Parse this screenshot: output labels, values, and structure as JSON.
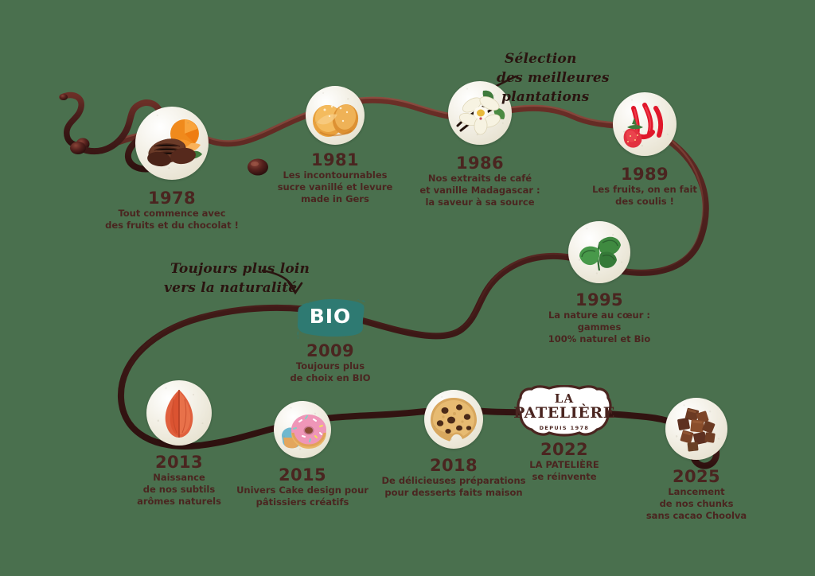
{
  "page": {
    "title": "La Patelière — Notre histoire",
    "background_color": "#4a704e",
    "path_color": "#4a1f1c",
    "text_color": "#4a2520",
    "medallion_color": "#efebdd",
    "bio_badge_color": "#2e7a72"
  },
  "annotations": [
    {
      "id": "annotation-plantations",
      "lines": [
        "Sélection",
        "des meilleures",
        "plantations"
      ],
      "line1": "Sélection",
      "line2": "des meilleures",
      "line3": "plantations"
    },
    {
      "id": "annotation-naturalite",
      "lines": [
        "Toujours plus loin",
        "vers la naturalité"
      ],
      "line1": "Toujours plus loin",
      "line2": "vers la naturalité"
    }
  ],
  "bio_badge": {
    "label": "BIO"
  },
  "logo": {
    "line1": "LA",
    "line2": "PATELIÈRE",
    "line3": "DEPUIS 1978"
  },
  "milestones": [
    {
      "year": "1978",
      "icon": "cocoa-pod-and-orange-icon",
      "desc_line1": "Tout commence avec",
      "desc_line2": "des fruits et du chocolat !",
      "desc_line3": ""
    },
    {
      "year": "1981",
      "icon": "madeleine-cake-icon",
      "desc_line1": "Les incontournables",
      "desc_line2": "sucre vanillé et levure",
      "desc_line3": "made in Gers"
    },
    {
      "year": "1986",
      "icon": "vanilla-flower-icon",
      "desc_line1": "Nos extraits de café",
      "desc_line2": "et vanille Madagascar :",
      "desc_line3": "la saveur à sa source"
    },
    {
      "year": "1989",
      "icon": "strawberry-coulis-icon",
      "desc_line1": "Les fruits, on en fait",
      "desc_line2": "des coulis !",
      "desc_line3": ""
    },
    {
      "year": "1995",
      "icon": "green-leaves-icon",
      "desc_line1": "La nature au cœur :",
      "desc_line2": "gammes",
      "desc_line3": "100% naturel et Bio"
    },
    {
      "year": "2009",
      "icon": "bio-brush-badge-icon",
      "desc_line1": "Toujours plus",
      "desc_line2": "de choix en BIO",
      "desc_line3": ""
    },
    {
      "year": "2013",
      "icon": "physalis-lantern-icon",
      "desc_line1": "Naissance",
      "desc_line2": "de nos subtils",
      "desc_line3": "arômes naturels"
    },
    {
      "year": "2015",
      "icon": "pink-donut-icon",
      "desc_line1": "Univers Cake design pour",
      "desc_line2": "pâtissiers créatifs",
      "desc_line3": ""
    },
    {
      "year": "2018",
      "icon": "chocolate-chip-cookie-icon",
      "desc_line1": "De délicieuses préparations",
      "desc_line2": "pour desserts faits maison",
      "desc_line3": ""
    },
    {
      "year": "2022",
      "icon": "la-pateliere-logo-icon",
      "desc_line1": "LA PATELIÈRE",
      "desc_line2": "se réinvente",
      "desc_line3": ""
    },
    {
      "year": "2025",
      "icon": "chocolate-chunks-icon",
      "desc_line1": "Lancement",
      "desc_line2": "de nos chunks",
      "desc_line3": "sans cacao Choolva"
    }
  ]
}
